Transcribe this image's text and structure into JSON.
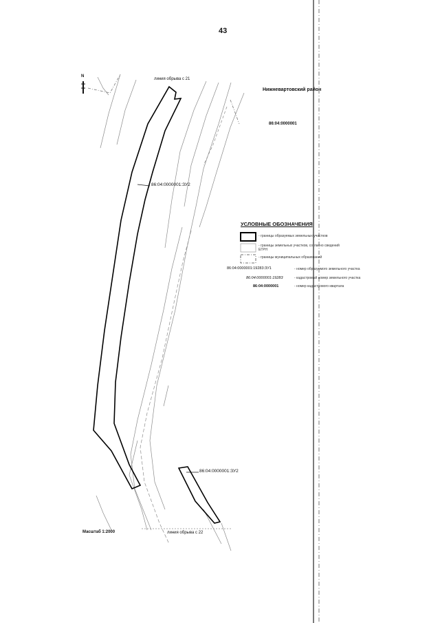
{
  "page_number": "43",
  "district": "Нижневартовский район",
  "quarter_label": "86:04:0000001",
  "north_symbol": "N",
  "parcels": [
    {
      "label": "86:04:0000001:ЗУ2"
    },
    {
      "label": "86:04:0000001:ЗУ2"
    }
  ],
  "boundary_notes": {
    "top": "линия обрыва с 21",
    "bottom": "линия обрыва с 22"
  },
  "scale": "Масштаб 1:2000",
  "legend": {
    "title": "УСЛОВНЫЕ ОБОЗНАЧЕНИЯ",
    "items": [
      {
        "symbol": "thick-rect",
        "text": "- границы образуемых земельных участков"
      },
      {
        "symbol": "thin-rect",
        "text": "- границы земельных участков, согласно сведений ЕГРН"
      },
      {
        "symbol": "dashed-rect",
        "text": "- границы муниципальных образований"
      },
      {
        "code": "86:04:0000001:19283:ЗУ1",
        "text": "- номер образуемого земельного участка"
      },
      {
        "code": "86:04:0000001:19283",
        "text": "- кадастровый номер земельного участка"
      },
      {
        "code": "86:04:0000001",
        "text": "- номер кадастрового квартала"
      }
    ]
  }
}
